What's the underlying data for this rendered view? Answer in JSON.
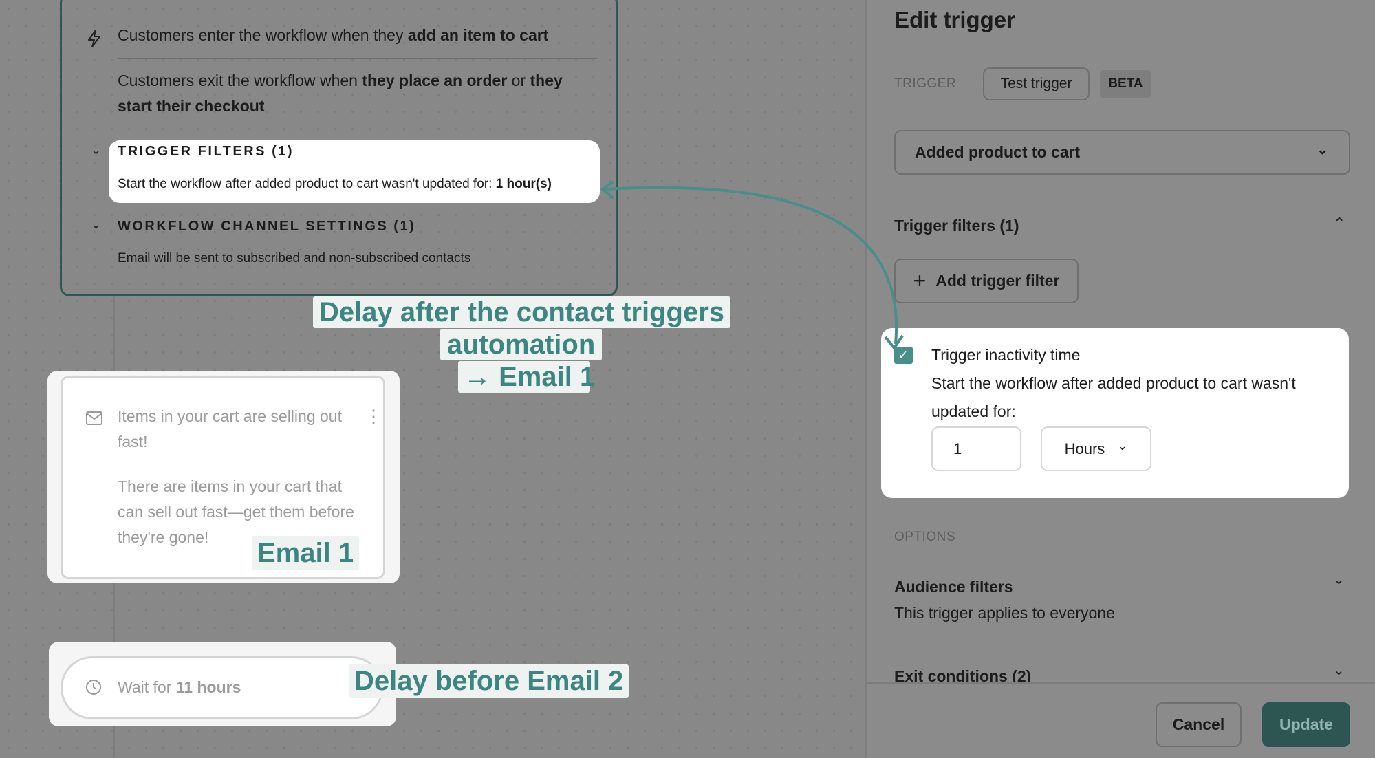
{
  "canvas": {
    "trigger_card": {
      "enter_prefix": "Customers enter the workflow when they ",
      "enter_bold": "add an item to cart",
      "exit_prefix": "Customers exit the workflow when ",
      "exit_bold1": "they place an order",
      "exit_mid": " or ",
      "exit_bold2": "they",
      "exit_line2": "start their checkout",
      "filters_heading": "TRIGGER FILTERS (1)",
      "filters_text": "Start the workflow after added product to cart wasn't updated for: ",
      "filters_value": "1 hour(s)",
      "channel_heading": "WORKFLOW CHANNEL SETTINGS (1)",
      "channel_text": "Email will be sent to subscribed and non-subscribed contacts"
    },
    "email_card": {
      "subject_line1": "Items in your cart are selling out",
      "subject_line2": "fast!",
      "body_line1": "There are items in your cart that",
      "body_line2": "can sell out fast—get them before",
      "body_line3": "they're gone!"
    },
    "wait_card": {
      "prefix": "Wait for ",
      "value": "11 hours"
    },
    "annotations": {
      "delay1_line1": "Delay after the contact triggers",
      "delay1_line2": "automation",
      "delay1_line3": "→ Email 1",
      "email1": "Email 1",
      "delay2": "Delay before Email 2"
    }
  },
  "panel": {
    "title": "Edit trigger",
    "trigger_label": "TRIGGER",
    "test_trigger": "Test trigger",
    "beta": "BETA",
    "trigger_select": "Added product to cart",
    "filters_heading": "Trigger filters (1)",
    "add_filter": "Add trigger filter",
    "inactivity": {
      "checked": true,
      "title": "Trigger inactivity time",
      "desc_line1": "Start the workflow after added product to cart wasn't",
      "desc_line2": "updated for:",
      "amount": "1",
      "unit": "Hours"
    },
    "options_label": "OPTIONS",
    "audience_heading": "Audience filters",
    "audience_text": "This trigger applies to everyone",
    "exit_heading": "Exit conditions (2)",
    "cancel": "Cancel",
    "update": "Update"
  },
  "colors": {
    "accent": "#3d8580",
    "annotation_bg": "#eef3f2",
    "primary_button": "#2d5552",
    "overlay": "#888888"
  }
}
